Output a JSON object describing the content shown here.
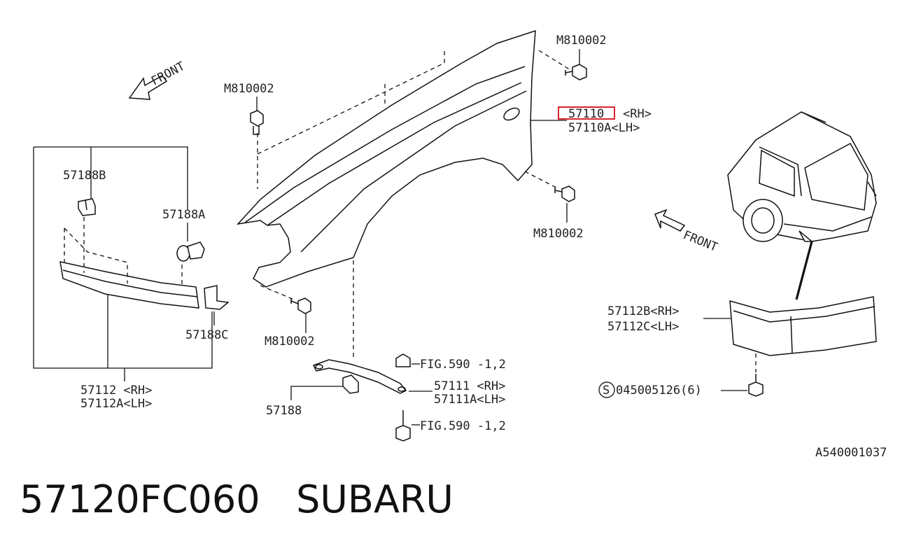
{
  "diagram": {
    "front_arrow_labels": [
      "FRONT",
      "FRONT"
    ],
    "labels": {
      "bolt_top_right": "M810002",
      "bolt_top_left": "M810002",
      "fender_rh": "57110",
      "fender_rh_side": "<RH>",
      "fender_lh": "57110A<LH>",
      "bolt_mid_right": "M810002",
      "bolt_lower": "M810002",
      "clip_b": "57188B",
      "clip_a": "57188A",
      "clip_c": "57188C",
      "trim_rh": "57112  <RH>",
      "trim_lh": "57112A<LH>",
      "fig_top": "FIG.590 -1,2",
      "fig_bottom": "FIG.590 -1,2",
      "bracket_rh": "57111  <RH>",
      "bracket_lh": "57111A<LH>",
      "clip_57188": "57188",
      "rear_trim_rh": "57112B<RH>",
      "rear_trim_lh": "57112C<LH>",
      "screw": "045005126(6)",
      "screw_symbol": "S",
      "ref_code": "A540001037"
    },
    "highlight_color": "#d9232d"
  },
  "caption": {
    "part_number": "57120FC060",
    "brand": "SUBARU"
  }
}
